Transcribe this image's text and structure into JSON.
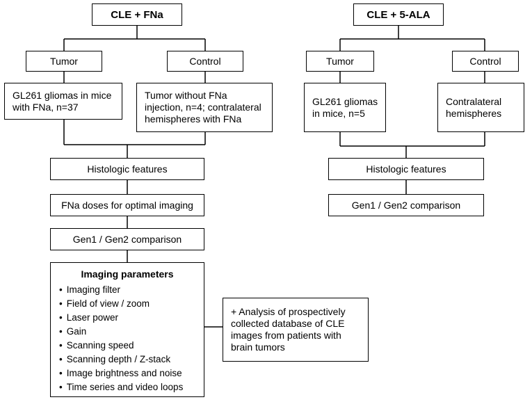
{
  "left": {
    "title": "CLE + FNa",
    "tumor_label": "Tumor",
    "control_label": "Control",
    "tumor_desc": "GL261 gliomas in mice\nwith FNa, n=37",
    "control_desc": "Tumor without FNa\ninjection, n=4; contralateral\nhemispheres with FNa",
    "histologic": "Histologic features",
    "doses": "FNa doses for optimal imaging",
    "comparison": "Gen1 / Gen2 comparison",
    "params_title": "Imaging parameters",
    "params": [
      "Imaging filter",
      "Field of view / zoom",
      "Laser power",
      "Gain",
      "Scanning speed",
      "Scanning depth / Z-stack",
      "Image brightness and noise",
      "Time series and video loops"
    ]
  },
  "right": {
    "title": "CLE + 5-ALA",
    "tumor_label": "Tumor",
    "control_label": "Control",
    "tumor_desc": "GL261 gliomas\nin mice, n=5",
    "control_desc": "Contralateral\nhemispheres",
    "histologic": "Histologic features",
    "comparison": "Gen1 / Gen2 comparison"
  },
  "analysis": "+ Analysis of prospectively\ncollected database of CLE\nimages from patients with\nbrain tumors"
}
